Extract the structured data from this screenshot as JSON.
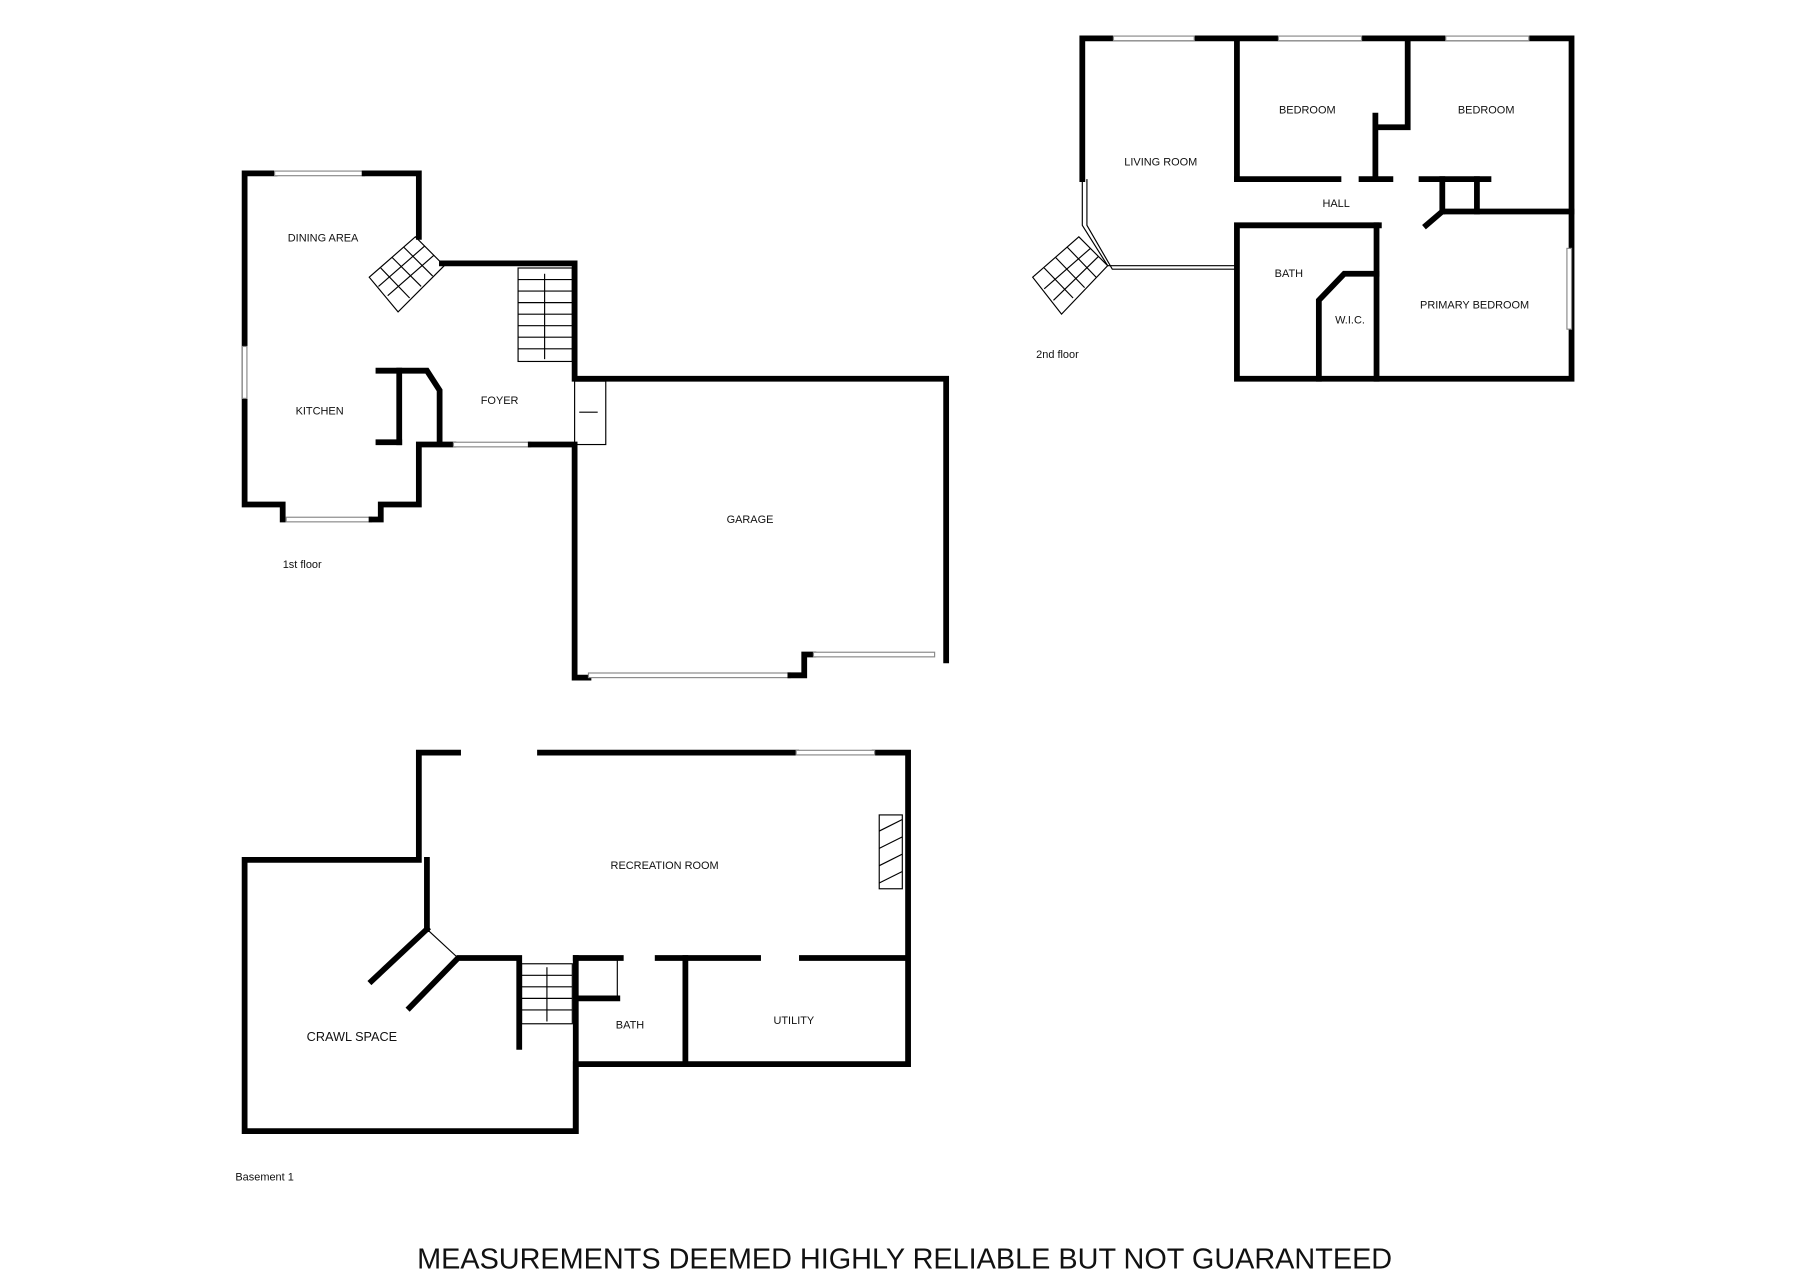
{
  "floors": {
    "first": {
      "label": "1st floor",
      "rooms": {
        "dining": "DINING AREA",
        "kitchen": "KITCHEN",
        "foyer": "FOYER",
        "garage": "GARAGE"
      }
    },
    "second": {
      "label": "2nd floor",
      "rooms": {
        "living": "LIVING ROOM",
        "bedroom1": "BEDROOM",
        "bedroom2": "BEDROOM",
        "hall": "HALL",
        "bath": "BATH",
        "wic": "W.I.C.",
        "primary": "PRIMARY BEDROOM"
      }
    },
    "basement": {
      "label": "Basement 1",
      "rooms": {
        "recreation": "RECREATION ROOM",
        "crawl": "CRAWL SPACE",
        "bath": "BATH",
        "utility": "UTILITY"
      }
    }
  },
  "footer": "MEASUREMENTS DEEMED HIGHLY RELIABLE BUT NOT GUARANTEED"
}
